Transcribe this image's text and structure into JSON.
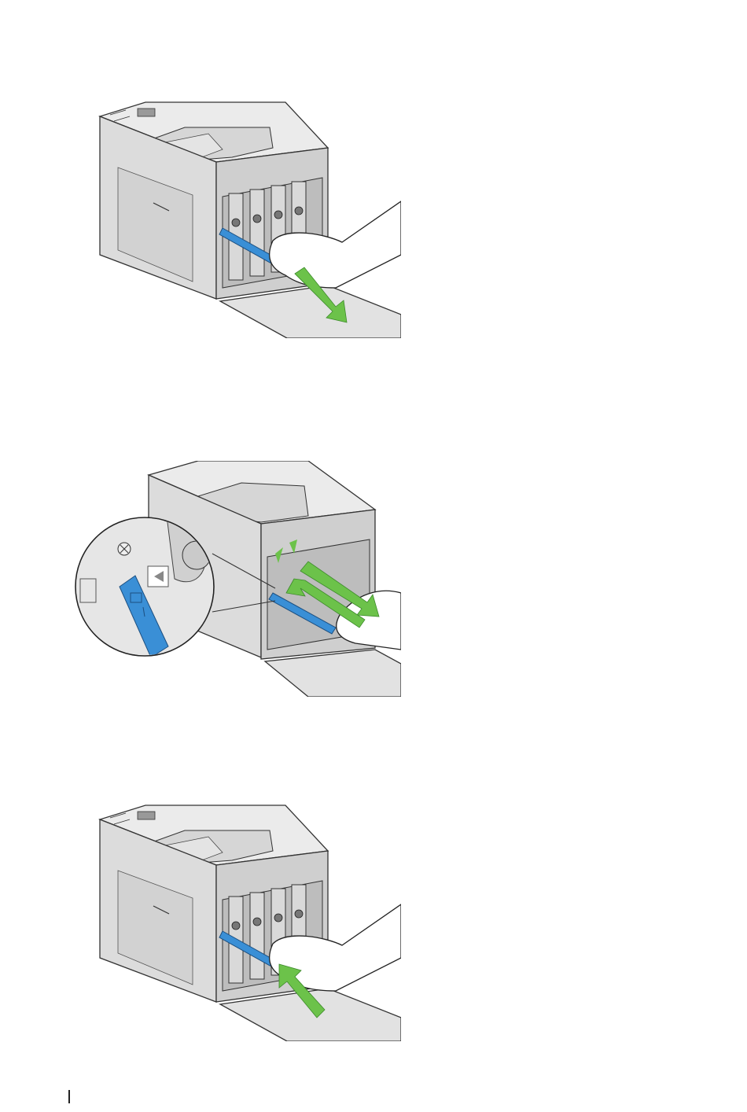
{
  "figures": [
    {
      "id": "fig1",
      "arrow": "pull-out",
      "arrow_color": "#6cc24a"
    },
    {
      "id": "fig2",
      "arrow": "push-pull",
      "arrow_color": "#6cc24a",
      "inset": "zoom-view"
    },
    {
      "id": "fig3",
      "arrow": "push-in",
      "arrow_color": "#6cc24a"
    }
  ],
  "colors": {
    "printer_body": "#dcdcdc",
    "printer_top": "#ebebeb",
    "outline": "#333333",
    "cleaning_rod": "#3a8fd6",
    "accent_green": "#6cc24a"
  }
}
